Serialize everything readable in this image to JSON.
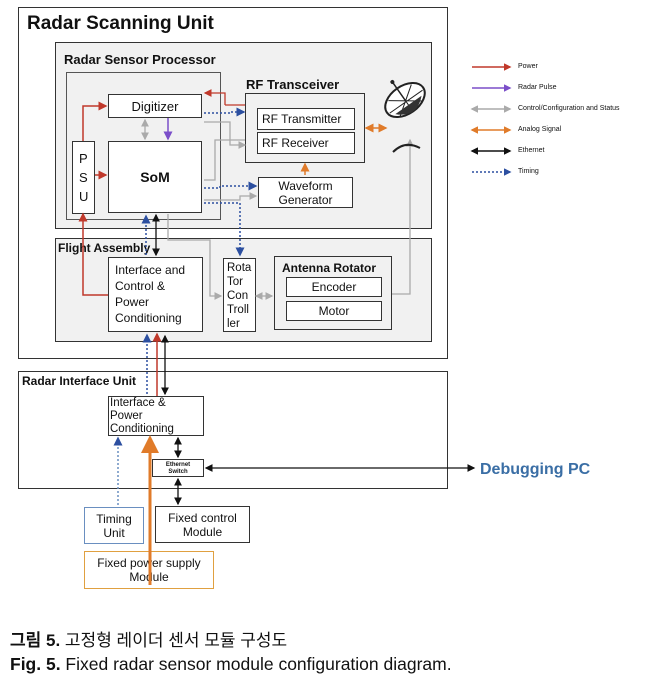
{
  "units": {
    "scanning": "Radar Scanning Unit",
    "sensor_processor": "Radar Sensor Processor",
    "rf_transceiver": "RF Transceiver",
    "flight_assembly": "Flight Assembly",
    "interface_unit": "Radar Interface Unit"
  },
  "blocks": {
    "digitizer": "Digitizer",
    "psu": [
      "P",
      "S",
      "U"
    ],
    "som": "SoM",
    "rf_transmitter": "RF Transmitter",
    "rf_receiver": "RF Receiver",
    "waveform": [
      "Waveform",
      "Generator"
    ],
    "ifc_control": [
      "Interface and",
      "Control &",
      "Power",
      "Conditioning"
    ],
    "rotator_controller": [
      "Rota",
      "Tor",
      "Con",
      "Troll",
      "ler"
    ],
    "antenna_rotator": "Antenna Rotator",
    "encoder": "Encoder",
    "motor": "Motor",
    "ifc_power": [
      "Interface &",
      "Power",
      "Conditioning"
    ],
    "ethernet_switch": [
      "Ethernet",
      "Switch"
    ],
    "debugging_pc": "Debugging PC",
    "timing_unit": [
      "Timing",
      "Unit"
    ],
    "fixed_control": [
      "Fixed control",
      "Module"
    ],
    "fixed_power": [
      "Fixed power supply",
      "Module"
    ]
  },
  "legend": [
    {
      "label": "Power",
      "color": "#c0392b",
      "style": "solid"
    },
    {
      "label": "Radar Pulse",
      "color": "#7b4fc9",
      "style": "solid"
    },
    {
      "label": "Control/Configuration and Status",
      "color": "#aaaaaa",
      "style": "solid"
    },
    {
      "label": "Analog Signal",
      "color": "#e07b2a",
      "style": "solid"
    },
    {
      "label": "Ethernet",
      "color": "#111111",
      "style": "solid"
    },
    {
      "label": "Timing",
      "color": "#2c4fa0",
      "style": "dotted"
    }
  ],
  "caption": {
    "ko_prefix": "그림 5.",
    "ko_text": " 고정형 레이더 센서 모듈 구성도",
    "en_prefix": "Fig. 5.",
    "en_text": " Fixed radar sensor module configuration diagram."
  }
}
